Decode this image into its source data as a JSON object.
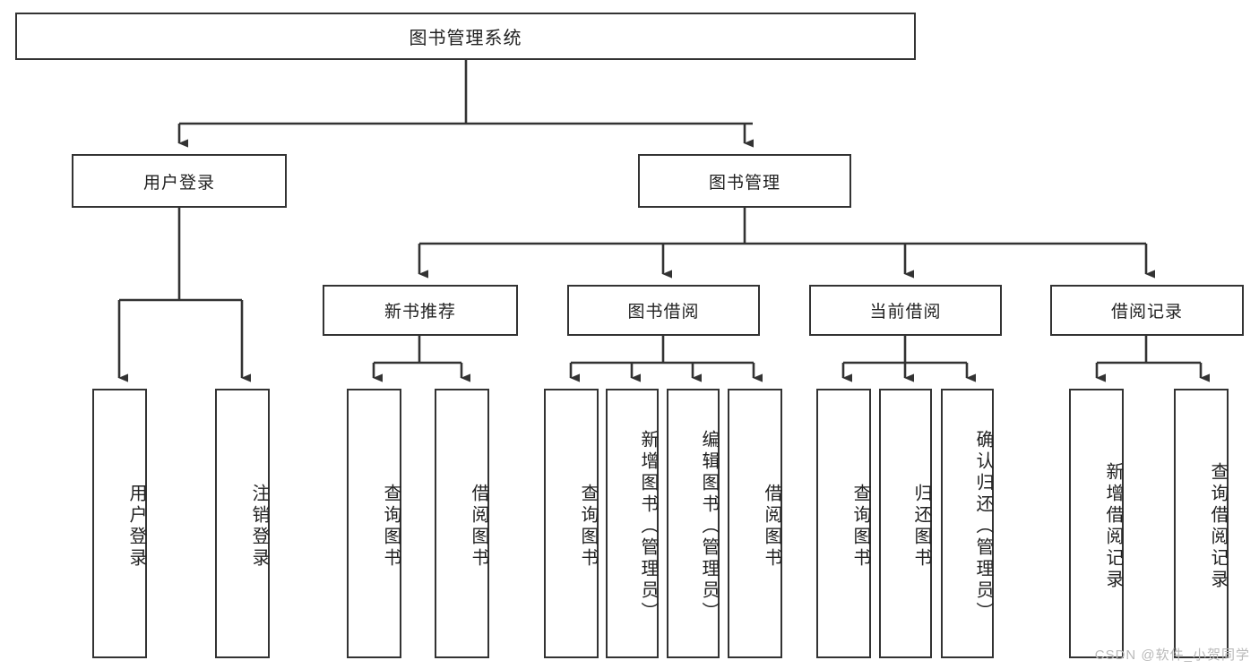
{
  "diagram": {
    "title": "图书管理系统",
    "type": "tree",
    "root": {
      "label": "图书管理系统"
    },
    "level1": [
      {
        "label": "用户登录"
      },
      {
        "label": "图书管理"
      }
    ],
    "level2": [
      {
        "label": "新书推荐",
        "parent": "图书管理"
      },
      {
        "label": "图书借阅",
        "parent": "图书管理"
      },
      {
        "label": "当前借阅",
        "parent": "图书管理"
      },
      {
        "label": "借阅记录",
        "parent": "图书管理"
      }
    ],
    "leaves": [
      {
        "label": "用户登录",
        "parent": "用户登录"
      },
      {
        "label": "注销登录",
        "parent": "用户登录"
      },
      {
        "label": "查询图书",
        "parent": "新书推荐"
      },
      {
        "label": "借阅图书",
        "parent": "新书推荐"
      },
      {
        "label": "查询图书",
        "parent": "图书借阅"
      },
      {
        "label": "新增图书（管理员）",
        "parent": "图书借阅"
      },
      {
        "label": "编辑图书（管理员）",
        "parent": "图书借阅"
      },
      {
        "label": "借阅图书",
        "parent": "图书借阅"
      },
      {
        "label": "查询图书",
        "parent": "当前借阅"
      },
      {
        "label": "归还图书",
        "parent": "当前借阅"
      },
      {
        "label": "确认归还（管理员）",
        "parent": "当前借阅"
      },
      {
        "label": "新增借阅记录",
        "parent": "借阅记录"
      },
      {
        "label": "查询借阅记录",
        "parent": "借阅记录"
      }
    ],
    "watermark": "CSDN @软件_小贺同学",
    "colors": {
      "stroke": "#333333",
      "background": "#ffffff",
      "text": "#222222",
      "watermark": "#b9b9b9"
    }
  }
}
